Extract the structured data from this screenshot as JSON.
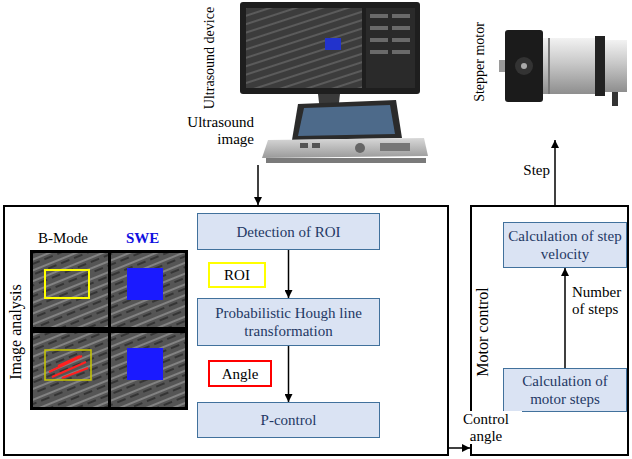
{
  "diagram": {
    "nodes": [
      {
        "text": [
          "Ultrasound device"
        ]
      },
      {
        "text": [
          "Stepper motor"
        ]
      },
      {
        "text": [
          "Image analysis"
        ]
      },
      {
        "text": [
          "Detection of ROI"
        ],
        "in": 2
      },
      {
        "text": [
          "ROI"
        ],
        "in": 2
      },
      {
        "text": [
          "Probabilistic Hough line transformation"
        ],
        "in": 2
      },
      {
        "text": [
          "Angle"
        ],
        "in": 2
      },
      {
        "text": [
          "P-control"
        ],
        "in": 2
      },
      {
        "text": [
          "Motor control"
        ]
      },
      {
        "text": [
          "Calculation of step velocity"
        ],
        "in": 8
      },
      {
        "text": [
          "Calculation of motor steps"
        ],
        "in": 8
      }
    ],
    "edges": [
      {
        "from": 0,
        "to": 2,
        "label": "Ultrasound image",
        "arrow": "to"
      },
      {
        "from": 3,
        "to": 5,
        "arrow": "to"
      },
      {
        "from": 5,
        "to": 7,
        "arrow": "to"
      },
      {
        "from": 2,
        "to": 8,
        "label": "Control angle",
        "arrow": "to"
      },
      {
        "from": 10,
        "to": 9,
        "label": "Number of steps",
        "arrow": "to"
      },
      {
        "from": 8,
        "to": 1,
        "label": "Step",
        "arrow": "to"
      }
    ],
    "labels": [
      "B-Mode",
      "SWE"
    ]
  }
}
